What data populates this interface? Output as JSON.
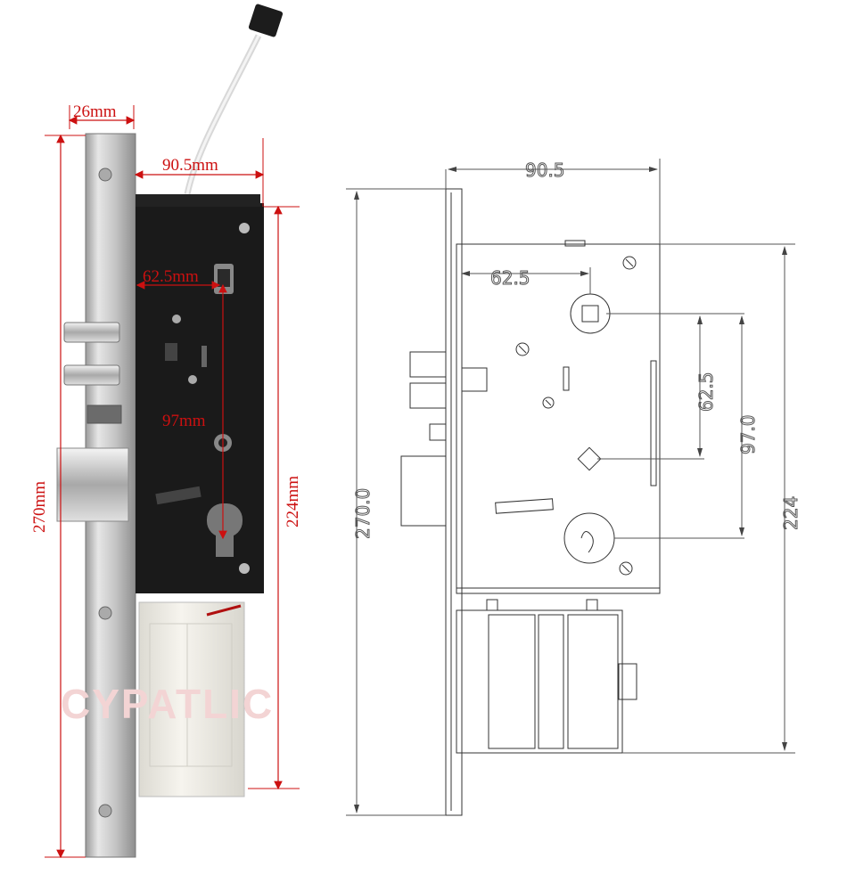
{
  "photo_dimensions": {
    "faceplate_width": "26mm",
    "body_depth": "90.5mm",
    "cylinder_offset": "62.5mm",
    "handle_to_cylinder": "97mm",
    "faceplate_height": "270mm",
    "body_height": "224mm"
  },
  "watermark": "CYPATLIC",
  "drawing_dimensions": {
    "body_depth": "90.5",
    "backset": "62.5",
    "handle_spacing_inner": "62.5",
    "handle_spacing_outer": "97.0",
    "faceplate_height": "270.0",
    "body_height": "224"
  },
  "colors": {
    "dimension_red": "#cc1010",
    "body_black": "#1a1a1a",
    "steel": "#c8c8c8",
    "battery_box": "#f2f0ea",
    "cad_line": "#333333"
  }
}
